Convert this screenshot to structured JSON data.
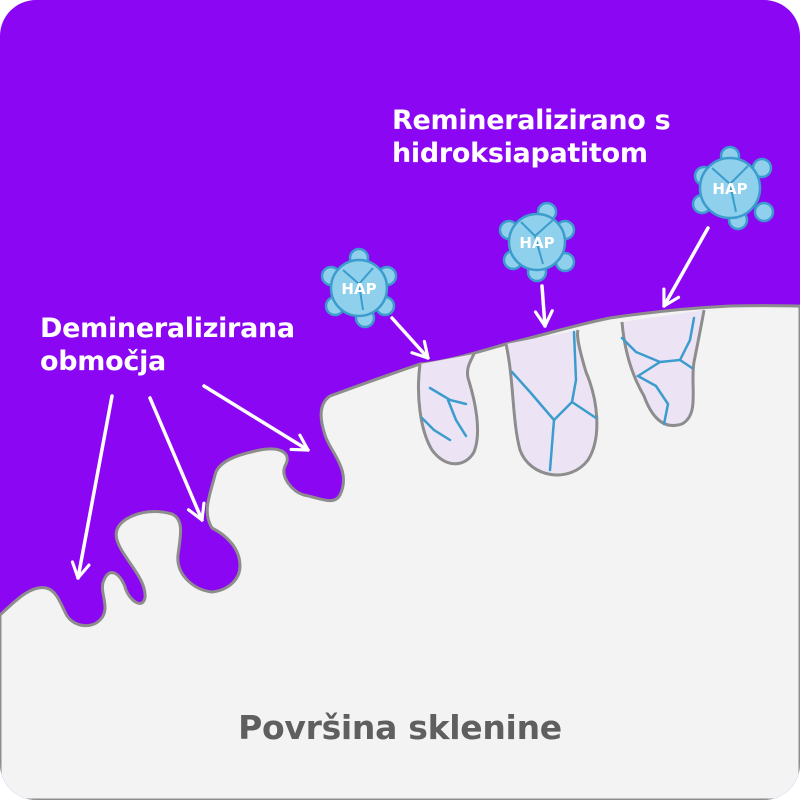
{
  "labels": {
    "remineralized_line1": "Remineralizirano s",
    "remineralized_line2": "hidroksiapatitom",
    "demineralized_line1": "Demineralizirana",
    "demineralized_line2": "območja",
    "enamel_surface": "Površina sklenine"
  },
  "hap_particles": [
    {
      "label": "HAP"
    },
    {
      "label": "HAP"
    },
    {
      "label": "HAP"
    }
  ],
  "colors": {
    "background": "#8b06f2",
    "enamel": "#f3f3f3",
    "outline": "#8d8d8d",
    "filled_pit": "#ece4f4",
    "crystal_line": "#3b9ccd",
    "hap_fill": "#8fd0ec",
    "hap_outline": "#3b9ccd",
    "arrow": "#ffffff",
    "surface_text": "#5f5f5f"
  },
  "icons": {
    "hap_particle": "hap-crystal-cluster-icon",
    "arrow": "arrow-down-icon"
  }
}
